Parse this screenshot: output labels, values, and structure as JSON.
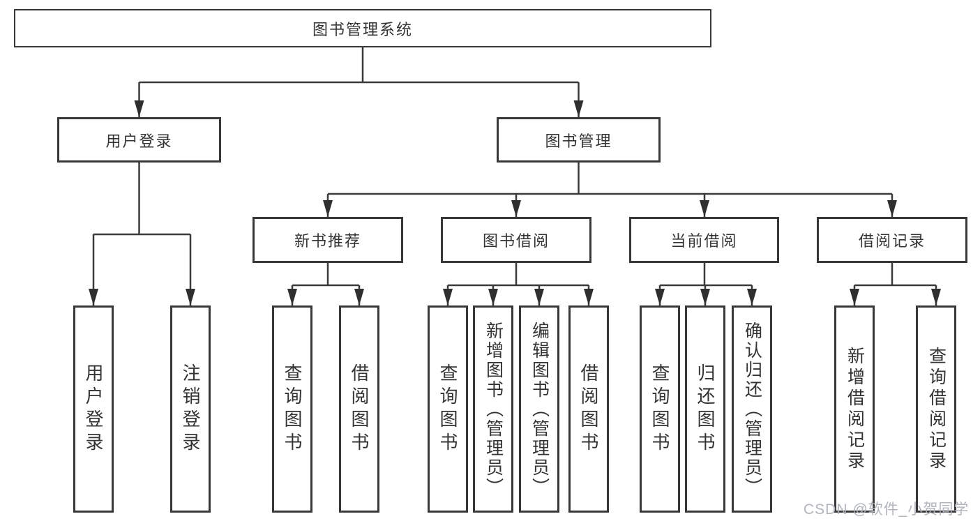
{
  "title": "图书管理系统",
  "colors": {
    "line": "#3a3a3a",
    "arrow": "#2f2f2f",
    "box_border": "#383838",
    "text": "#333333",
    "background": "#ffffff",
    "watermark": "#acb1b9"
  },
  "nodes": {
    "root": "图书管理系统",
    "user_login": "用户登录",
    "book_management": "图书管理",
    "new_book_recommend": "新书推荐",
    "book_borrowing": "图书借阅",
    "current_borrowing": "当前借阅",
    "borrowing_records": "借阅记录",
    "leaf_user_login": "用户登录",
    "leaf_logout_login": "注销登录",
    "leaf_recommend_query_books": "查询图书",
    "leaf_recommend_borrow_books": "借阅图书",
    "leaf_borrowing_query_books": "查询图书",
    "leaf_borrowing_add_books_admin": "新增图书（管理员）",
    "leaf_borrowing_edit_books_admin": "编辑图书（管理员）",
    "leaf_borrowing_borrow_books": "借阅图书",
    "leaf_current_query_books": "查询图书",
    "leaf_current_return_books": "归还图书",
    "leaf_current_confirm_return_admin": "确认归还（管理员）",
    "leaf_records_add_borrow_record": "新增借阅记录",
    "leaf_records_query_borrow_record": "查询借阅记录"
  },
  "watermark": "CSDN @软件_小贺同学"
}
